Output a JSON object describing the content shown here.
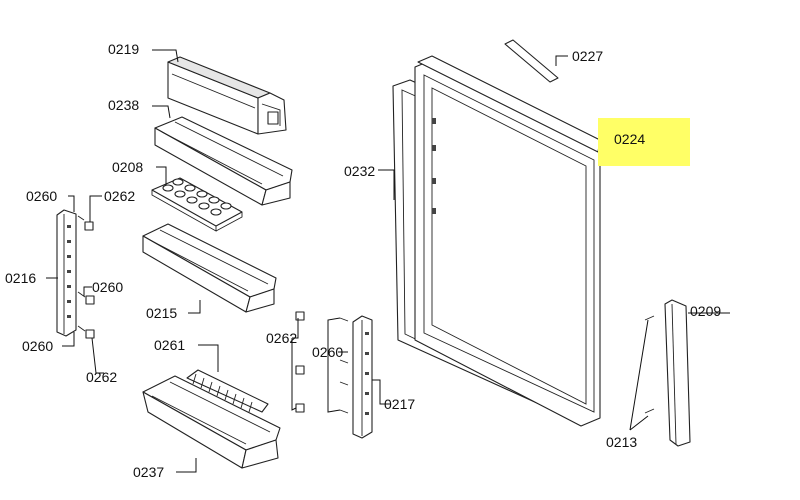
{
  "colors": {
    "highlight": "#ffff66",
    "line": "#222222",
    "background": "#ffffff"
  },
  "labels": {
    "p0219": "0219",
    "p0238": "0238",
    "p0208": "0208",
    "p0260_top": "0260",
    "p0262_top": "0262",
    "p0216": "0216",
    "p0260_mid": "0260",
    "p0215": "0215",
    "p0260_low": "0260",
    "p0262_low": "0262",
    "p0261": "0261",
    "p0237": "0237",
    "p0262_center": "0262",
    "p0260_center": "0260",
    "p0217": "0217",
    "p0232": "0232",
    "p0227": "0227",
    "p0224": "0224",
    "p0209": "0209",
    "p0213": "0213"
  },
  "highlighted_part": "0224"
}
